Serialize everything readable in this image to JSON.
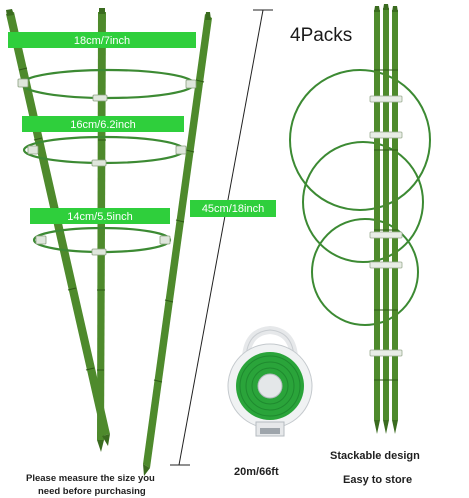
{
  "labels": {
    "ring_top": "18cm/7inch",
    "ring_middle": "16cm/6.2inch",
    "ring_bottom": "14cm/5.5inch",
    "height": "45cm/18inch",
    "pack_count": "4Packs",
    "wire_length": "20m/66ft",
    "stackable": "Stackable design",
    "storage": "Easy to store",
    "note_line1": "Please measure the size you",
    "note_line2": "need before purchasing"
  },
  "colors": {
    "stake_green": "#4e8a2c",
    "stake_dark": "#3a6b1f",
    "ring_green": "#3c8a33",
    "label_band": "#2fcf3c",
    "height_band": "#2fcf3c",
    "wire_green": "#2aa43a"
  }
}
